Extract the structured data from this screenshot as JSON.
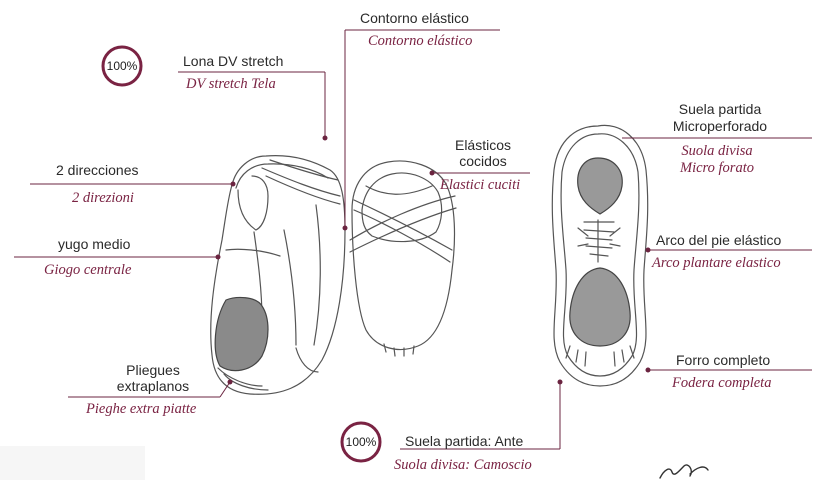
{
  "labels": {
    "contorno": {
      "es": "Contorno elástico",
      "it": "Contorno elástico"
    },
    "lona": {
      "es": "Lona DV stretch",
      "it": "DV stretch Tela"
    },
    "badge_top": "100%",
    "direcciones": {
      "es": "2 direcciones",
      "it": "2 direzioni"
    },
    "yugo": {
      "es": "yugo medio",
      "it": "Giogo centrale"
    },
    "pliegues": {
      "es_line1": "Pliegues",
      "es_line2": "extraplanos",
      "it": "Pieghe extra piatte"
    },
    "elasticos": {
      "es_line1": "Elásticos",
      "es_line2": "cocidos",
      "it": "Elastici cuciti"
    },
    "suela_micro": {
      "es_line1": "Suela partida",
      "es_line2": "Microperforado",
      "it_line1": "Suola divisa",
      "it_line2": "Micro forato"
    },
    "arco": {
      "es": "Arco del pie elástico",
      "it": "Arco plantare elastico"
    },
    "forro": {
      "es": "Forro completo",
      "it": "Fodera completa"
    },
    "suela_ante": {
      "es": "Suela partida: Ante",
      "it": "Suola divisa: Camoscio"
    },
    "badge_bottom": "100%"
  },
  "colors": {
    "accent": "#7a2343",
    "line": "#6b2440",
    "sketch": "#555555",
    "sole_fill": "#9a9a9a"
  },
  "badges": {
    "top_fill_fraction": 1.0,
    "bottom_fill_fraction": 1.0
  }
}
